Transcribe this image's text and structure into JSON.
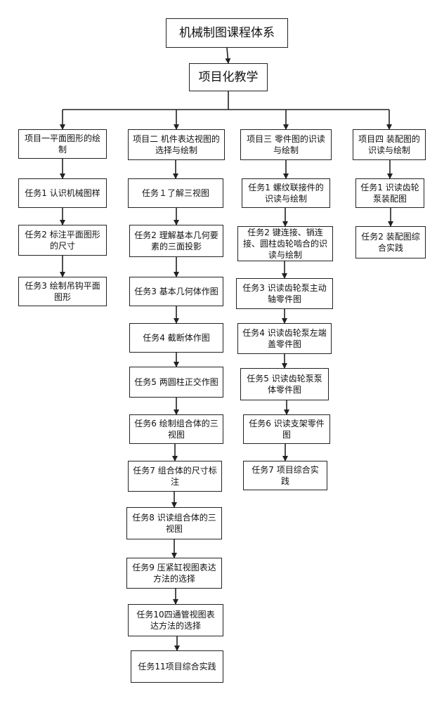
{
  "root": {
    "label": "机械制图课程体系"
  },
  "teaching": {
    "label": "项目化教学"
  },
  "projects": [
    {
      "label": "项目一平面图形的绘制",
      "tasks": [
        "任务1 认识机械图样",
        "任务2 标注平面图形的尺寸",
        "任务3 绘制吊钩平面图形"
      ]
    },
    {
      "label": "项目二 机件表达视图的选择与绘制",
      "tasks": [
        "任务１了解三视图",
        "任务2 理解基本几何要素的三面投影",
        "任务3 基本几何体作图",
        "任务4 截断体作图",
        "任务5 两圆柱正交作图",
        "任务6 绘制组合体的三视图",
        "任务7 组合体的尺寸标注",
        "任务8 识读组合体的三视图",
        "任务9 压紧缸视图表达方法的选择",
        "任务10四通管视图表达方法的选择",
        "任务11项目综合实践"
      ]
    },
    {
      "label": "项目三 零件图的识读与绘制",
      "tasks": [
        "任务1 螺纹联接件的识读与绘制",
        "任务2 键连接、销连接、圆柱齿轮啮合的识读与绘制",
        "任务3 识读齿轮泵主动轴零件图",
        "任务4 识读齿轮泵左端盖零件图",
        "任务5 识读齿轮泵泵体零件图",
        "任务6 识读支架零件图",
        "任务7 项目综合实践"
      ]
    },
    {
      "label": "项目四 装配图的识读与绘制",
      "tasks": [
        "任务1 识读齿轮泵装配图",
        "任务2 装配图综合实践"
      ]
    }
  ]
}
